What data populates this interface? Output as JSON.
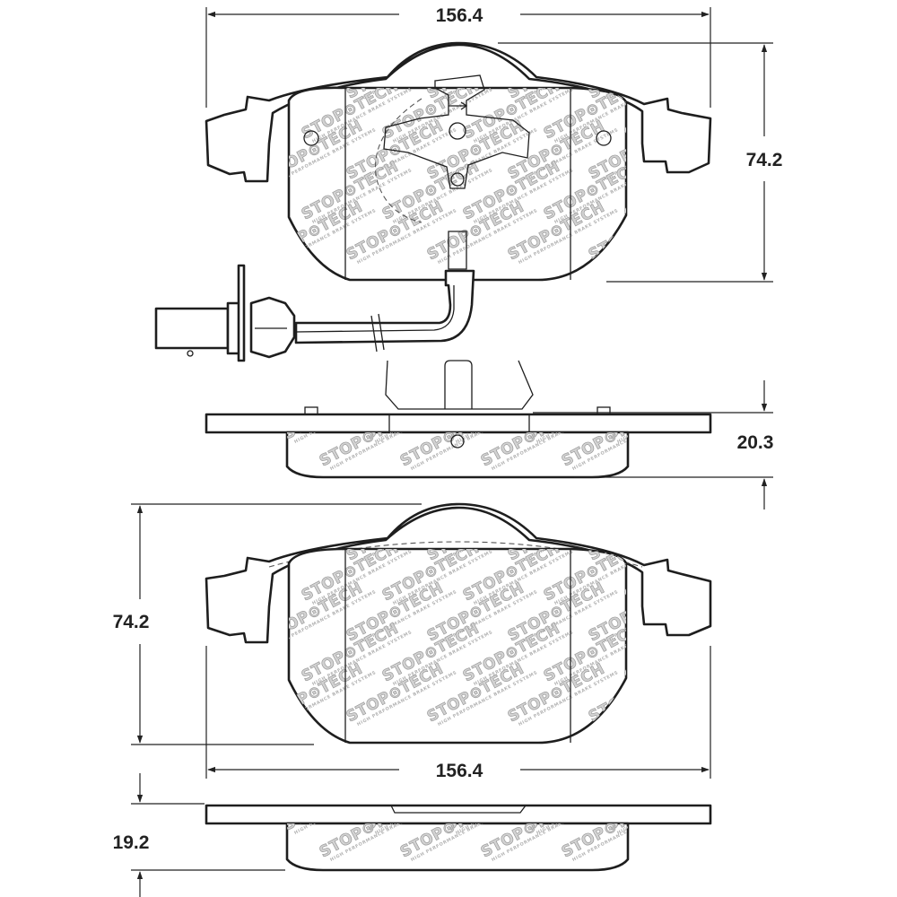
{
  "colors": {
    "line": "#1e1e1e",
    "watermark_fill": "#d2d2d2",
    "watermark_stroke": "#9a9a9a",
    "text": "#222222"
  },
  "watermark": {
    "brand": "STOP⊙TECH",
    "tagline": "HIGH PERFORMANCE BRAKE SYSTEMS"
  },
  "dimensions": {
    "top_width": "156.4",
    "top_height": "74.2",
    "top_thickness": "20.3",
    "bottom_height": "74.2",
    "bottom_width": "156.4",
    "bottom_thickness": "19.2"
  }
}
